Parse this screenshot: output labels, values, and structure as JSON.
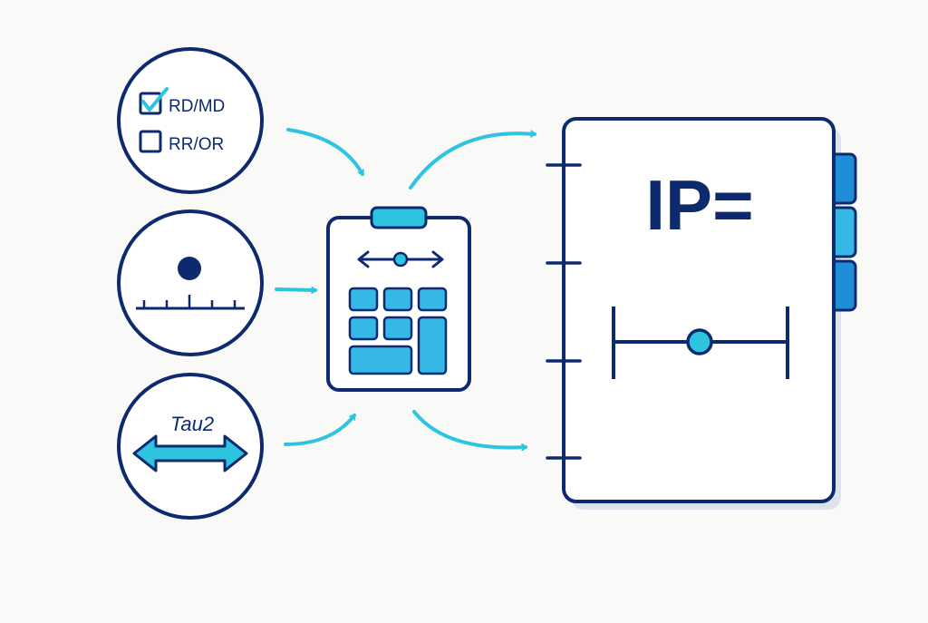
{
  "colors": {
    "navy": "#0e2a6e",
    "cyan": "#2ec4e0",
    "tile": "#35b8e6",
    "tab": "#1e8ed8",
    "background": "#f9faf8"
  },
  "inputs": {
    "options": [
      {
        "label": "RD/MD",
        "checked": true
      },
      {
        "label": "RR/OR",
        "checked": false
      }
    ],
    "point_estimate_icon": "dot-on-scale-icon",
    "heterogeneity_label": "Tau2",
    "heterogeneity_icon": "double-arrow-icon"
  },
  "calculator": {
    "icon": "clipboard-calculator-icon",
    "header_icon": "interval-arrow-icon"
  },
  "result": {
    "title": "IP=",
    "interval_icon": "confidence-interval-icon"
  }
}
